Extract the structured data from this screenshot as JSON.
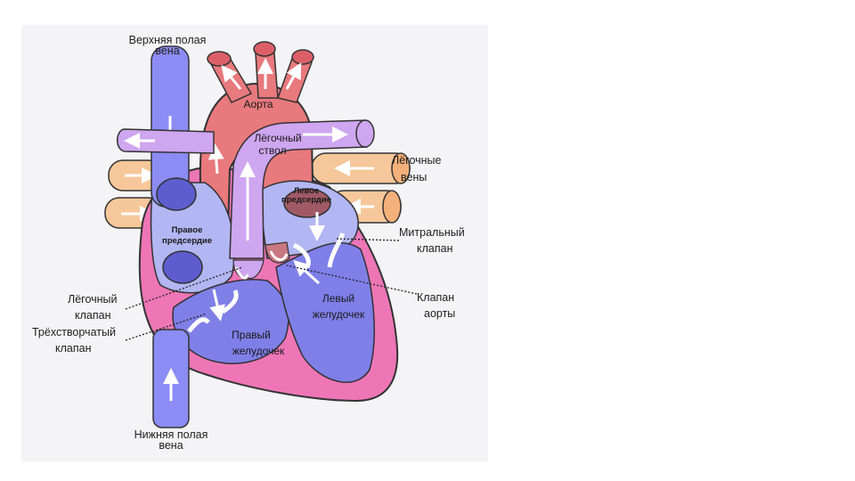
{
  "diagram": {
    "labels": {
      "superior_vena_cava": [
        "Верхняя полая",
        "вена"
      ],
      "aorta": "Аорта",
      "pulmonary_trunk": [
        "Лёгочный",
        "ствол"
      ],
      "pulmonary_veins": [
        "Лёгочные",
        "вены"
      ],
      "left_atrium": [
        "Левое",
        "предсердие"
      ],
      "right_atrium": [
        "Правое",
        "предсердие"
      ],
      "mitral_valve": [
        "Митральный",
        "клапан"
      ],
      "aortic_valve": [
        "Клапан",
        "аорты"
      ],
      "pulmonary_valve": [
        "Лёгочный",
        "клапан"
      ],
      "tricuspid_valve": [
        "Трёхстворчатый",
        "клапан"
      ],
      "left_ventricle": [
        "Левый",
        "желудочек"
      ],
      "right_ventricle": [
        "Правый",
        "желудочек"
      ],
      "inferior_vena_cava": [
        "Нижняя полая",
        "вена"
      ]
    },
    "colors": {
      "vena": "#8c8cf5",
      "aorta": "#e8797d",
      "pulmonary_trunk": "#cfa6f0",
      "pulmonary_vein": "#f6c79a",
      "wall": "#ee76b6",
      "right_side": "#7f7fe8",
      "left_atrium": "#b2b6f3",
      "valve": "#ffffff"
    }
  }
}
